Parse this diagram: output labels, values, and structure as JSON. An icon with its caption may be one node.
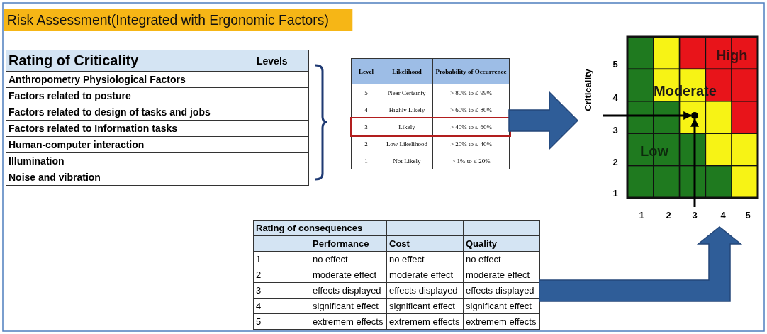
{
  "diagram": {
    "title": "Risk Assessment(Integrated with Ergonomic Factors)",
    "nodes": [
      {
        "text": [
          "Rating of Criticality",
          "Levels",
          "Anthropometry Physiological Factors",
          "Factors related to posture",
          "Factors related to design of tasks and jobs",
          "Factors related to Information tasks",
          "Human-computer interaction",
          "Illumination",
          "Noise and vibration"
        ]
      },
      {
        "text": [
          "Level",
          "Likelihood",
          "Probability of Occurrence",
          "5",
          "Near Certainty",
          "> 80% to ≤ 99%",
          "4",
          "Highly Likely",
          "> 60% to ≤ 80%",
          "3",
          "Likely",
          "> 40% to ≤ 60%",
          "2",
          "Low Likelihood",
          "> 20% to ≤ 40%",
          "1",
          "Not Likely",
          "> 1% to ≤ 20%"
        ]
      },
      {
        "text": [
          "High",
          "Moderate",
          "Low",
          "Criticality",
          "5",
          "4",
          "3",
          "2",
          "1",
          "1",
          "2",
          "3",
          "4",
          "5"
        ]
      },
      {
        "text": [],
        "shape": "circle",
        "in": 2
      },
      {
        "text": [
          "Rating of consequences",
          "Performance",
          "Cost",
          "Quality",
          "1",
          "no effect",
          "no effect",
          "no effect",
          "2",
          "moderate effect",
          "moderate effect",
          "moderate effect",
          "3",
          "effects displayed",
          "effects displayed",
          "effects displayed",
          "4",
          "significant effect",
          "significant effect",
          "significant effect",
          "5",
          "extremem effects",
          "extremem effects",
          "extremem effects"
        ]
      }
    ],
    "edges": [
      {
        "from": 1,
        "to": 2,
        "arrow": "to",
        "style": "thick",
        "color": "#2f5d98"
      },
      {
        "from": 4,
        "to": 2,
        "arrow": "to",
        "style": "thick",
        "color": "#2f5d98"
      },
      {
        "from": null,
        "to": 3,
        "arrow": "to",
        "color": "#000000"
      },
      {
        "from": null,
        "to": 3,
        "arrow": "to",
        "color": "#000000"
      }
    ]
  }
}
